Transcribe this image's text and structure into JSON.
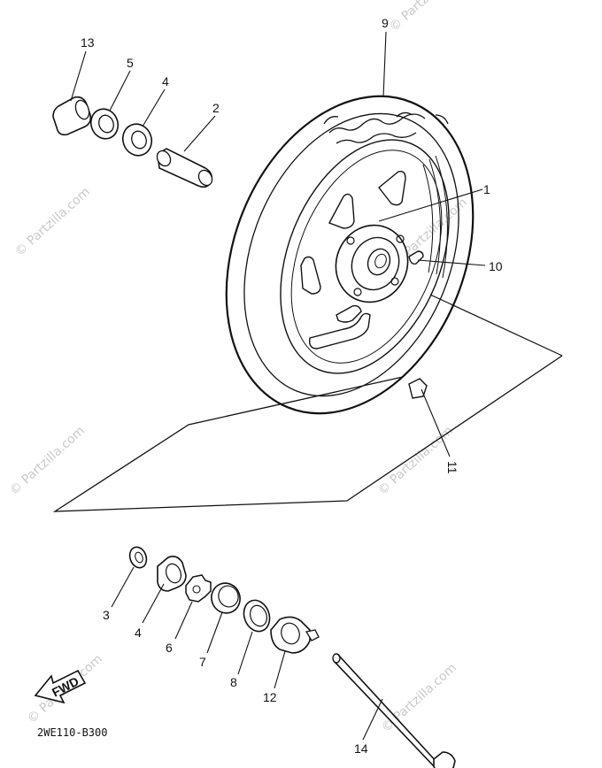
{
  "watermark": "© Partzilla.com",
  "diagram_code": "2WE110-B300",
  "fwd_label": "FWD",
  "callouts": {
    "c13": "13",
    "c5a": "5",
    "c4a": "4",
    "c2": "2",
    "c9": "9",
    "c1": "1",
    "c10": "10",
    "c11": "11",
    "c3": "3",
    "c4b": "4",
    "c6": "6",
    "c7": "7",
    "c8": "8",
    "c12": "12",
    "c14": "14"
  }
}
